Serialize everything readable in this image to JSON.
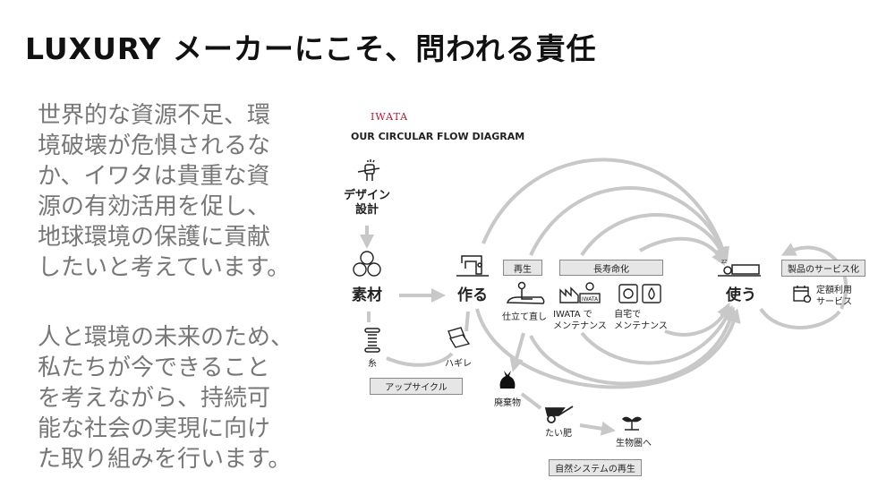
{
  "title": "LUXURY メーカーにこそ、問われる責任",
  "paragraph1": [
    "世界的な資源不足、環",
    "境破壊が危惧されるな",
    "か、イワタは貴重な資",
    "源の有効活用を促し、",
    "地球環境の保護に貢献",
    "したいと考えています。"
  ],
  "paragraph2": [
    "人と環境の未来のため、",
    "私たちが今できること",
    "を考えながら、持続可",
    "能な社会の実現に向け",
    "た取り組みを行います。"
  ],
  "diagram": {
    "brand": "IWATA",
    "heading": "OUR CIRCULAR FLOW DIAGRAM",
    "design": [
      "デザイン",
      "設計"
    ],
    "material": "素材",
    "make": "作る",
    "use": "使う",
    "regeneration_box": "再生",
    "longevity_box": "長寿命化",
    "remake": "仕立て直し",
    "iwata_maintenance": [
      "IWATA で",
      "メンテナンス"
    ],
    "home_maintenance": [
      "自宅で",
      "メンテナンス"
    ],
    "servitization_box": "製品のサービス化",
    "subscription": [
      "定額利用",
      "サービス"
    ],
    "thread": "糸",
    "scraps": "ハギレ",
    "upcycle_box": "アップサイクル",
    "waste": "廃棄物",
    "compost": "たい肥",
    "biosphere": "生物圏へ",
    "nature_box": "自然システムの再生",
    "accent_color": "#c8102e"
  }
}
